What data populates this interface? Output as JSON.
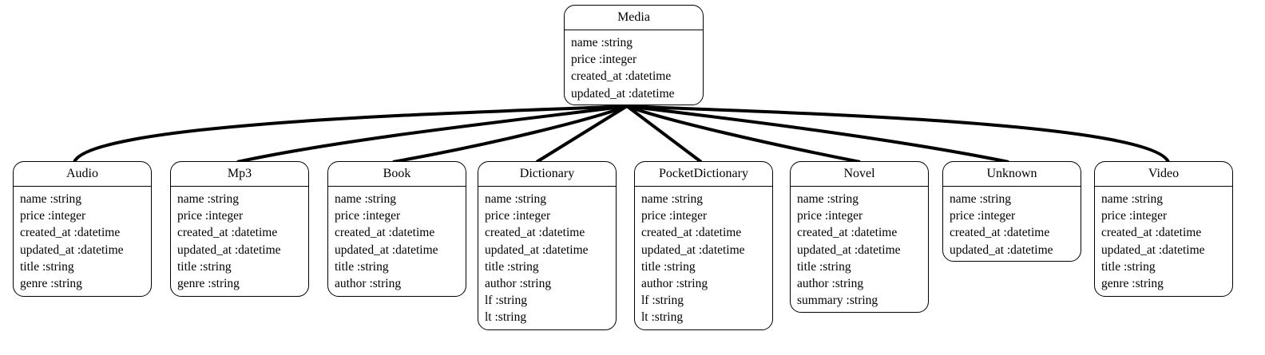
{
  "root": {
    "name": "Media",
    "attributes": [
      "name :string",
      "price :integer",
      "created_at :datetime",
      "updated_at :datetime"
    ]
  },
  "children": [
    {
      "name": "Audio",
      "attributes": [
        "name :string",
        "price :integer",
        "created_at :datetime",
        "updated_at :datetime",
        "title :string",
        "genre :string"
      ]
    },
    {
      "name": "Mp3",
      "attributes": [
        "name :string",
        "price :integer",
        "created_at :datetime",
        "updated_at :datetime",
        "title :string",
        "genre :string"
      ]
    },
    {
      "name": "Book",
      "attributes": [
        "name :string",
        "price :integer",
        "created_at :datetime",
        "updated_at :datetime",
        "title :string",
        "author :string"
      ]
    },
    {
      "name": "Dictionary",
      "attributes": [
        "name :string",
        "price :integer",
        "created_at :datetime",
        "updated_at :datetime",
        "title :string",
        "author :string",
        "lf :string",
        "lt :string"
      ]
    },
    {
      "name": "PocketDictionary",
      "attributes": [
        "name :string",
        "price :integer",
        "created_at :datetime",
        "updated_at :datetime",
        "title :string",
        "author :string",
        "lf :string",
        "lt :string"
      ]
    },
    {
      "name": "Novel",
      "attributes": [
        "name :string",
        "price :integer",
        "created_at :datetime",
        "updated_at :datetime",
        "title :string",
        "author :string",
        "summary :string"
      ]
    },
    {
      "name": "Unknown",
      "attributes": [
        "name :string",
        "price :integer",
        "created_at :datetime",
        "updated_at :datetime"
      ]
    },
    {
      "name": "Video",
      "attributes": [
        "name :string",
        "price :integer",
        "created_at :datetime",
        "updated_at :datetime",
        "title :string",
        "genre :string"
      ]
    }
  ]
}
